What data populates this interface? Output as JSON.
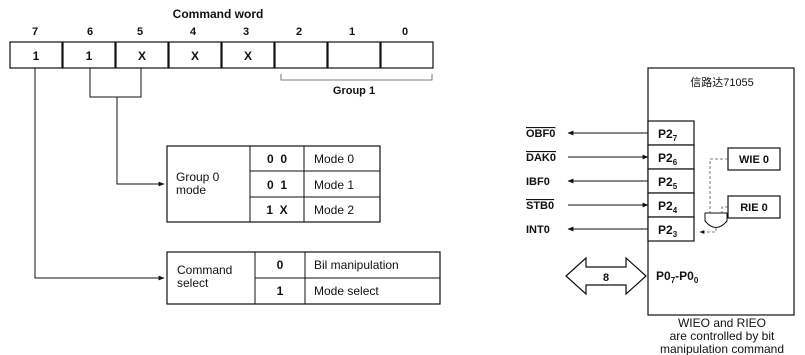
{
  "command_word": {
    "title": "Command word",
    "bit_numbers": [
      "7",
      "6",
      "5",
      "4",
      "3",
      "2",
      "1",
      "0"
    ],
    "bit_values": [
      "1",
      "1",
      "X",
      "X",
      "X",
      "",
      "",
      ""
    ],
    "group1_label": "Group 1"
  },
  "group0_table": {
    "label_line1": "Group 0",
    "label_line2": "mode",
    "rows": [
      {
        "code": "0  0",
        "mode": "Mode 0"
      },
      {
        "code": "0  1",
        "mode": "Mode 1"
      },
      {
        "code": "1  X",
        "mode": "Mode 2"
      }
    ]
  },
  "command_select_table": {
    "label_line1": "Command",
    "label_line2": "select",
    "rows": [
      {
        "code": "0",
        "meaning": "Bil manipulation"
      },
      {
        "code": "1",
        "meaning": "Mode select"
      }
    ]
  },
  "chip": {
    "title": "信路达71055",
    "signals": [
      "OBF0",
      "DAK0",
      "IBF0",
      "STB0",
      "INT0"
    ],
    "ports": [
      {
        "base": "P2",
        "sub": "7"
      },
      {
        "base": "P2",
        "sub": "6"
      },
      {
        "base": "P2",
        "sub": "5"
      },
      {
        "base": "P2",
        "sub": "4"
      },
      {
        "base": "P2",
        "sub": "3"
      }
    ],
    "bus_width": "8",
    "bus_label": {
      "a": "P0",
      "a_sub": "7",
      "sep": "-P0",
      "b_sub": "0"
    },
    "wie": "WIE 0",
    "rie": "RIE 0"
  },
  "caption": {
    "line1": "WIEO and RIEO",
    "line2": "are controlled by bit",
    "line3": "manipulation command"
  }
}
